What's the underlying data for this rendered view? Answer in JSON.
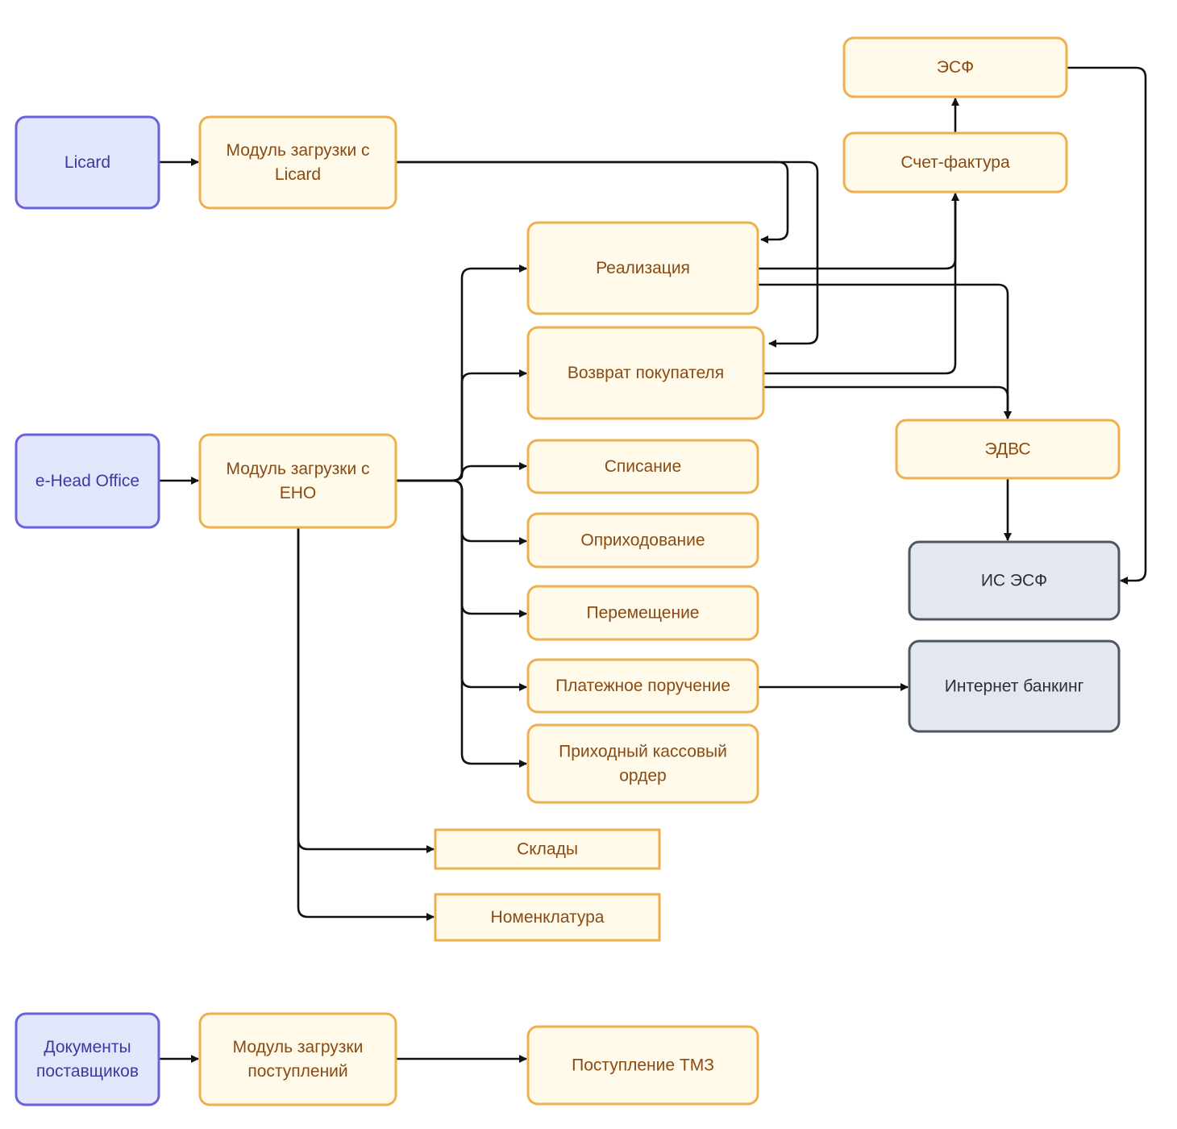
{
  "nodes": {
    "licard": {
      "label": [
        "Licard"
      ],
      "kind": "source"
    },
    "licard_module": {
      "label": [
        "Модуль загрузки с",
        "Licard"
      ],
      "kind": "module"
    },
    "eho": {
      "label": [
        "e-Head Office"
      ],
      "kind": "source"
    },
    "eho_module": {
      "label": [
        "Модуль загрузки с",
        "ЕНО"
      ],
      "kind": "module"
    },
    "supplier_docs": {
      "label": [
        "Документы",
        "поставщиков"
      ],
      "kind": "source"
    },
    "receipts_module": {
      "label": [
        "Модуль загрузки",
        "поступлений"
      ],
      "kind": "module"
    },
    "esf": {
      "label": [
        "ЭСФ"
      ],
      "kind": "module"
    },
    "invoice": {
      "label": [
        "Счет-фактура"
      ],
      "kind": "module"
    },
    "sale": {
      "label": [
        "Реализация"
      ],
      "kind": "module"
    },
    "customer_return": {
      "label": [
        "Возврат покупателя"
      ],
      "kind": "module"
    },
    "edvs": {
      "label": [
        "ЭДВС"
      ],
      "kind": "module"
    },
    "writeoff": {
      "label": [
        "Списание"
      ],
      "kind": "module"
    },
    "posting": {
      "label": [
        "Оприходование"
      ],
      "kind": "module"
    },
    "transfer": {
      "label": [
        "Перемещение"
      ],
      "kind": "module"
    },
    "is_esf": {
      "label": [
        "ИС ЭСФ"
      ],
      "kind": "target"
    },
    "payment_order": {
      "label": [
        "Платежное поручение"
      ],
      "kind": "module"
    },
    "internet_banking": {
      "label": [
        "Интернет банкинг"
      ],
      "kind": "target"
    },
    "cash_receipt": {
      "label": [
        "Приходный кассовый",
        "ордер"
      ],
      "kind": "module"
    },
    "warehouses": {
      "label": [
        "Склады"
      ],
      "kind": "module"
    },
    "nomenclature": {
      "label": [
        "Номенклатура"
      ],
      "kind": "module"
    },
    "tmz_receipt": {
      "label": [
        "Поступление ТМЗ"
      ],
      "kind": "module"
    }
  },
  "edges": [
    {
      "from": "licard",
      "to": "licard_module"
    },
    {
      "from": "licard_module",
      "to": "sale"
    },
    {
      "from": "licard_module",
      "to": "customer_return"
    },
    {
      "from": "eho",
      "to": "eho_module"
    },
    {
      "from": "eho_module",
      "to": "sale"
    },
    {
      "from": "eho_module",
      "to": "customer_return"
    },
    {
      "from": "eho_module",
      "to": "writeoff"
    },
    {
      "from": "eho_module",
      "to": "posting"
    },
    {
      "from": "eho_module",
      "to": "transfer"
    },
    {
      "from": "eho_module",
      "to": "payment_order"
    },
    {
      "from": "eho_module",
      "to": "cash_receipt"
    },
    {
      "from": "eho_module",
      "to": "warehouses"
    },
    {
      "from": "eho_module",
      "to": "nomenclature"
    },
    {
      "from": "sale",
      "to": "invoice"
    },
    {
      "from": "customer_return",
      "to": "invoice"
    },
    {
      "from": "sale",
      "to": "edvs"
    },
    {
      "from": "customer_return",
      "to": "edvs"
    },
    {
      "from": "invoice",
      "to": "esf"
    },
    {
      "from": "esf",
      "to": "is_esf"
    },
    {
      "from": "edvs",
      "to": "is_esf"
    },
    {
      "from": "payment_order",
      "to": "internet_banking"
    },
    {
      "from": "supplier_docs",
      "to": "receipts_module"
    },
    {
      "from": "receipts_module",
      "to": "tmz_receipt"
    }
  ]
}
